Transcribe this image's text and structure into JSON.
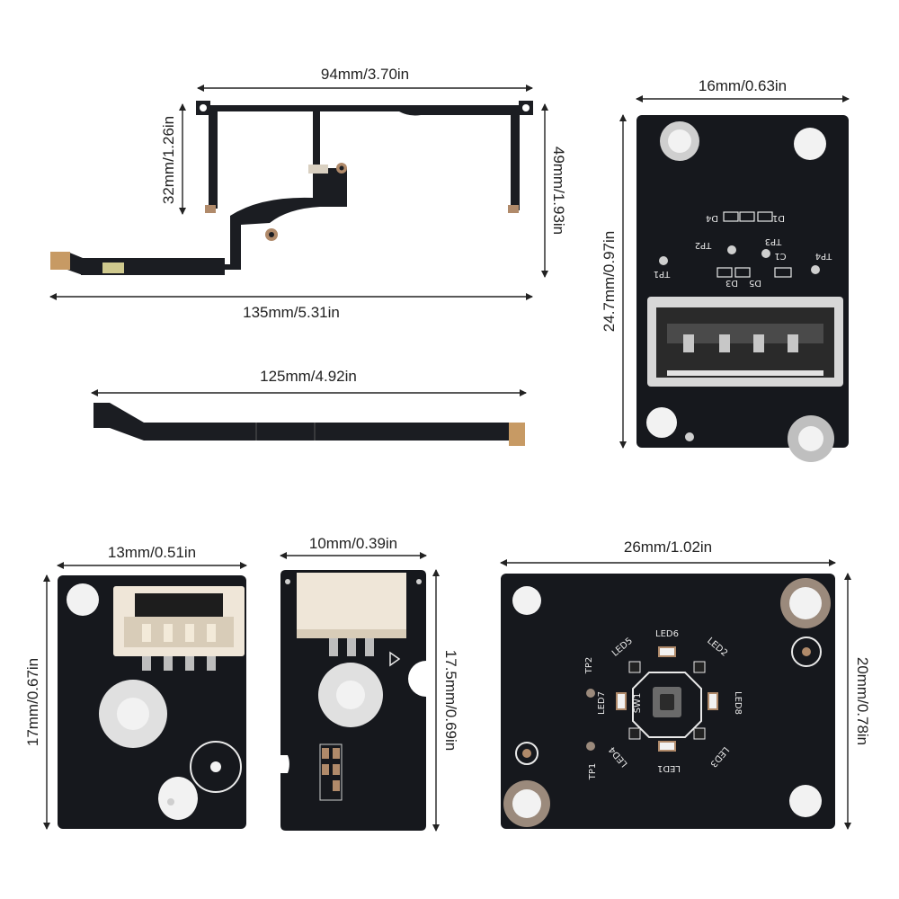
{
  "dimensions": {
    "flex_long_width": "94mm/3.70in",
    "flex_long_height_left": "32mm/1.26in",
    "flex_long_height_right": "49mm/1.93in",
    "flex_long_total": "135mm/5.31in",
    "flex_short": "125mm/4.92in",
    "usb_board_width": "16mm/0.63in",
    "usb_board_height": "24.7mm/0.97in",
    "jst_board_width": "13mm/0.51in",
    "jst_board_height": "17mm/0.67in",
    "conn_board_width": "10mm/0.39in",
    "conn_board_height": "17.5mm/0.69in",
    "led_board_width": "26mm/1.02in",
    "led_board_height": "20mm/0.78in"
  },
  "silkscreen": {
    "usb": [
      "D4",
      "D1",
      "TP2",
      "TP3",
      "TP4",
      "C1",
      "TP1",
      "D5",
      "D3"
    ],
    "led": [
      "LED6",
      "LED5",
      "LED2",
      "TP2",
      "LED7",
      "SW1",
      "LED8",
      "LED4",
      "LED3",
      "TP1",
      "LED1"
    ]
  },
  "colors": {
    "pcb": "#16181d",
    "silkscreen": "#e9e9e9",
    "pad_white": "#f2f2f2",
    "connector_beige": "#efe6d8",
    "copper": "#b08a6a"
  }
}
